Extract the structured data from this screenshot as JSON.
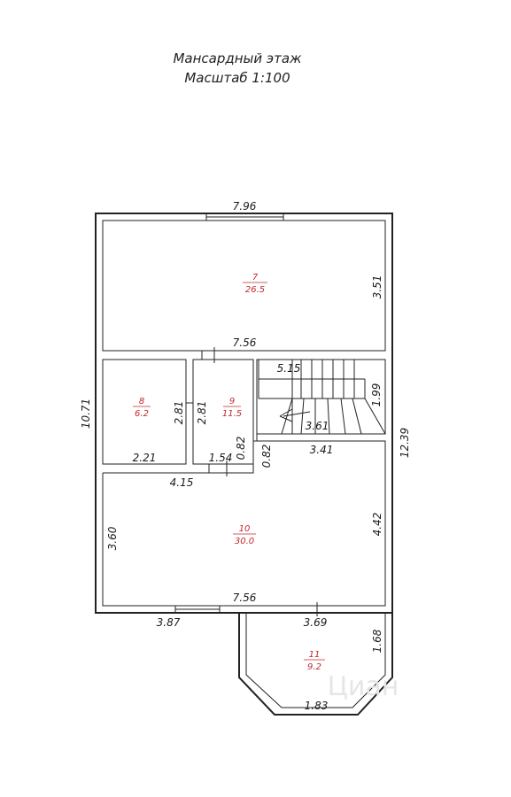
{
  "title": {
    "line1": "Мансардный этаж",
    "line2": "Масштаб 1:100"
  },
  "rooms": [
    {
      "number": "7",
      "area": "26.5"
    },
    {
      "number": "8",
      "area": "6.2"
    },
    {
      "number": "9",
      "area": "11.5"
    },
    {
      "number": "10",
      "area": "30.0"
    },
    {
      "number": "11",
      "area": "9.2"
    }
  ],
  "dimensions": {
    "top_width": "7.96",
    "room7_height": "3.51",
    "room7_bottom": "7.56",
    "stairs_top": "5.15",
    "stairs_side": "1.99",
    "stairs_bottom": "3.61",
    "room8_side_a": "2.81",
    "room8_side_b": "2.81",
    "room8_bottom": "2.21",
    "room9_bottom": "1.54",
    "step_a": "0.82",
    "step_b": "0.82",
    "corridor": "3.41",
    "total_left": "10.71",
    "total_right": "12.39",
    "room10_top": "4.15",
    "room10_left": "3.60",
    "room10_right": "4.42",
    "room10_bottom": "7.56",
    "left_bottom": "3.87",
    "room11_top": "3.69",
    "room11_side": "1.68",
    "room11_bottom": "1.83"
  },
  "watermark": "Циан"
}
